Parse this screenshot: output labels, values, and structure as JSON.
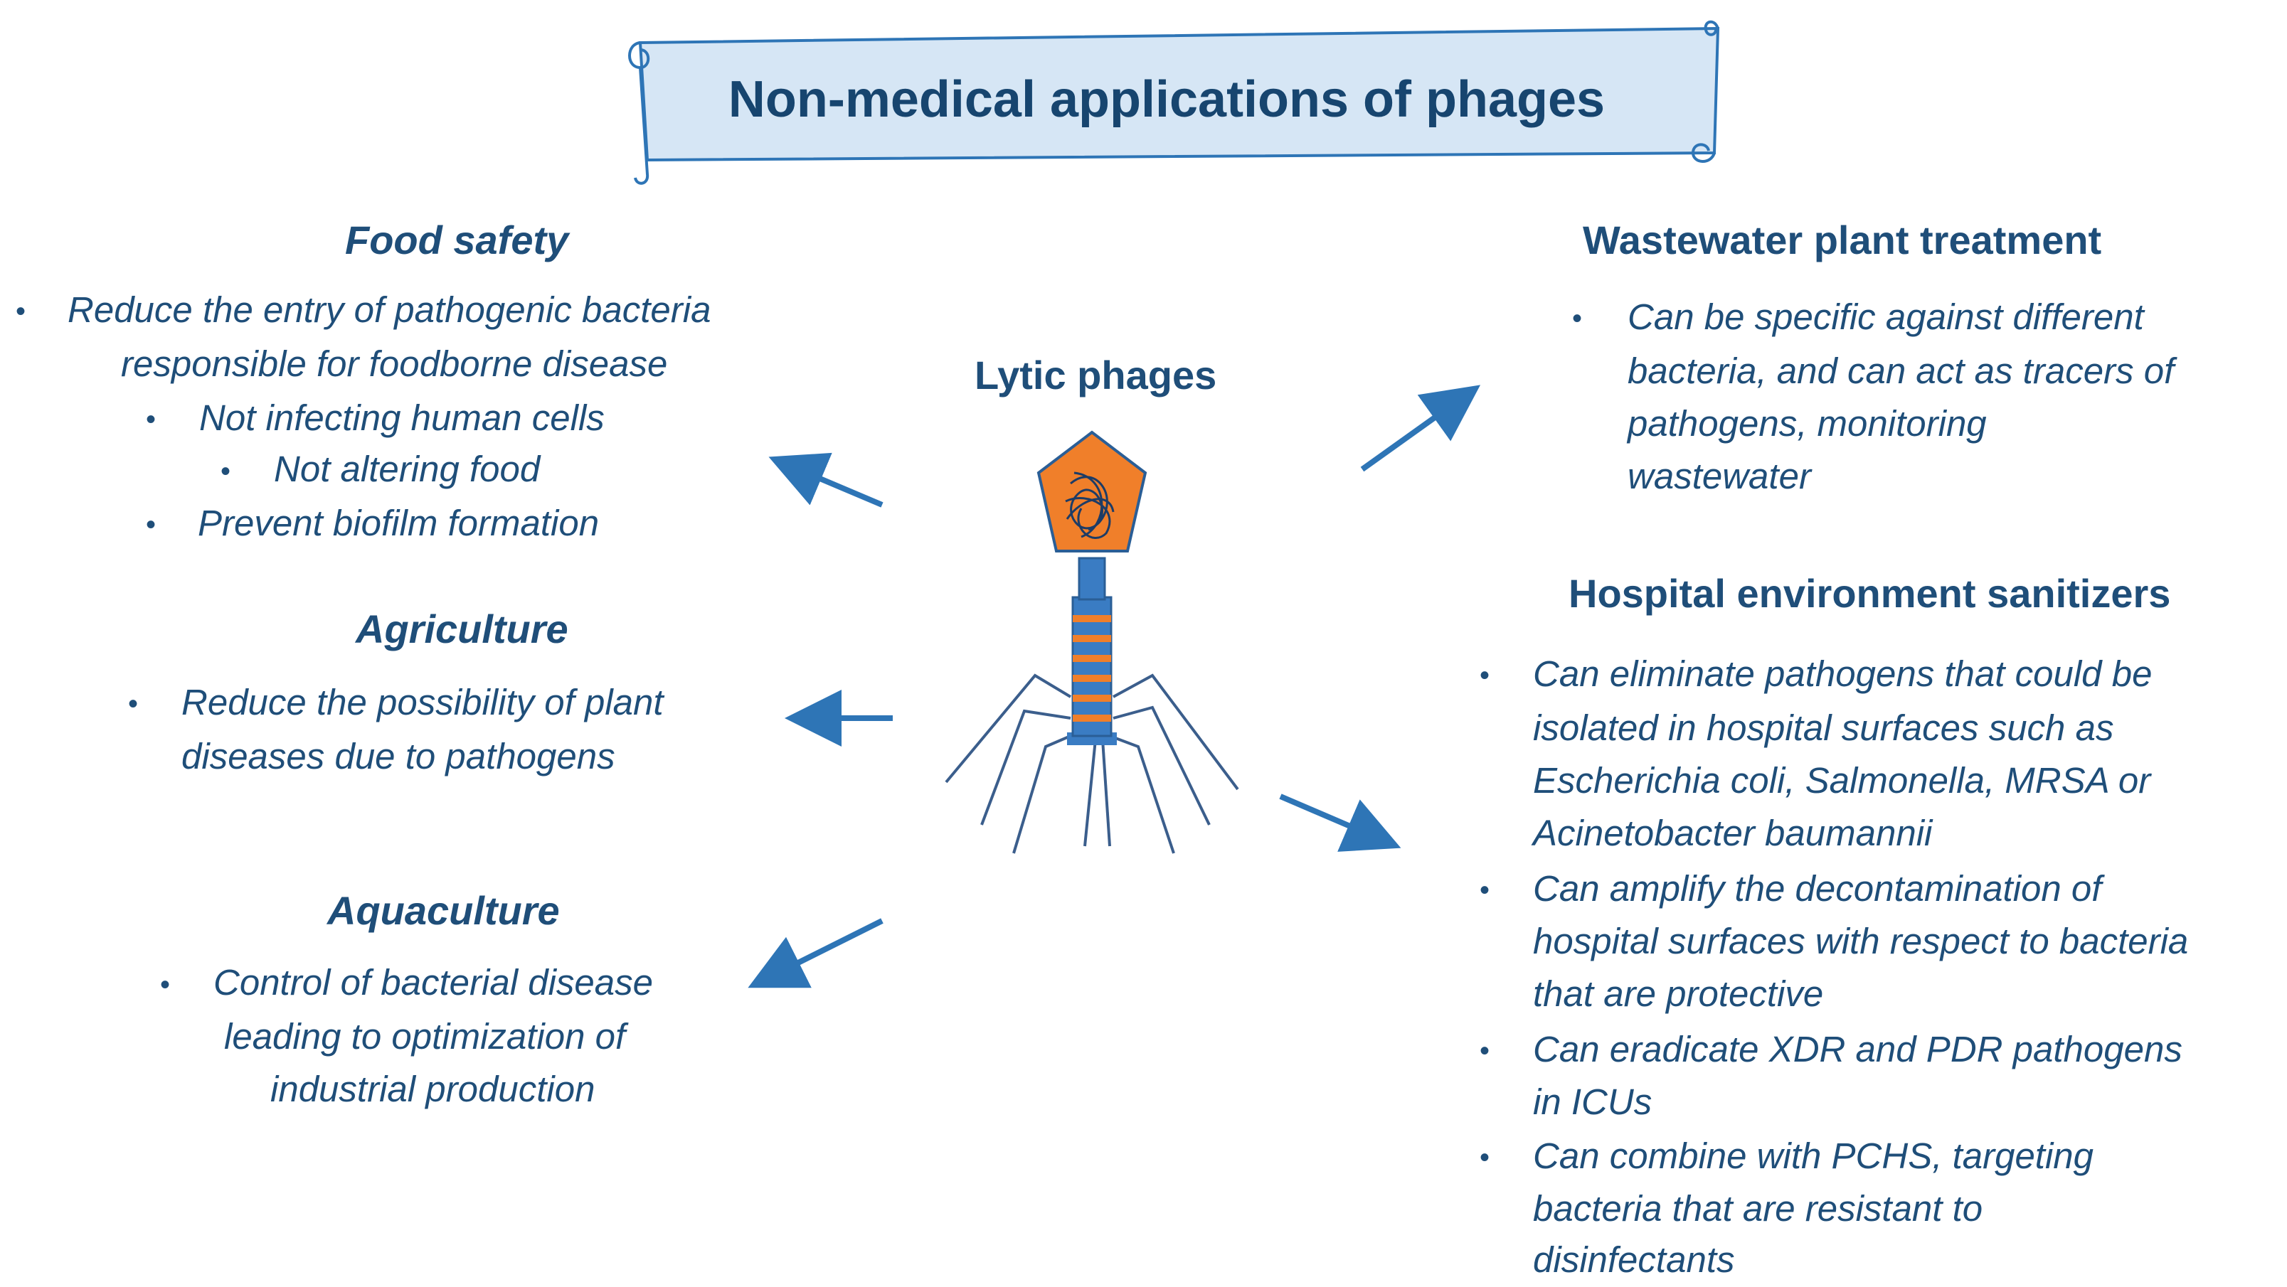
{
  "title": "Non-medical  applications of phages",
  "center_label": "Lytic phages",
  "food_safety": {
    "heading": "Food safety",
    "items": [
      [
        "Reduce the entry of pathogenic bacteria",
        "responsible for  foodborne disease"
      ],
      [
        "Not infecting human cells"
      ],
      [
        "Not altering food"
      ],
      [
        "Prevent biofilm formation"
      ]
    ]
  },
  "agriculture": {
    "heading": "Agriculture",
    "items": [
      [
        "Reduce the possibility of  plant",
        "diseases due to pathogens"
      ]
    ]
  },
  "aquaculture": {
    "heading": "Aquaculture",
    "items": [
      [
        "Control of bacterial disease",
        "leading to optimization of",
        "industrial production"
      ]
    ]
  },
  "wastewater": {
    "heading": "Wastewater plant treatment",
    "items": [
      [
        "Can be specific against different",
        "bacteria, and can act as tracers of",
        "pathogens,  monitoring",
        "wastewater"
      ]
    ]
  },
  "hospital": {
    "heading": "Hospital environment sanitizers",
    "items": [
      [
        "Can eliminate pathogens that could be",
        "isolated in hospital surfaces such as",
        "Escherichia coli, Salmonella, MRSA or",
        "Acinetobacter baumannii"
      ],
      [
        "Can amplify the decontamination of",
        "hospital surfaces with respect to bacteria",
        "that are protective"
      ],
      [
        "Can  eradicate XDR and PDR pathogens",
        "in ICUs"
      ],
      [
        "Can combine with PCHS, targeting",
        "bacteria that are resistant to",
        "disinfectants"
      ]
    ]
  },
  "colors": {
    "text": "#1f4e79",
    "banner_fill": "#d6e6f5",
    "banner_stroke": "#2e75b6",
    "arrow": "#2e75b6",
    "capsid": "#f07f2a",
    "tail": "#3a7cc3",
    "tail_stripe": "#f07f2a",
    "leg": "#3b5e8c"
  },
  "icons": {
    "phage": "bacteriophage-icon",
    "arrow": "arrow-icon",
    "banner": "scroll-banner"
  }
}
